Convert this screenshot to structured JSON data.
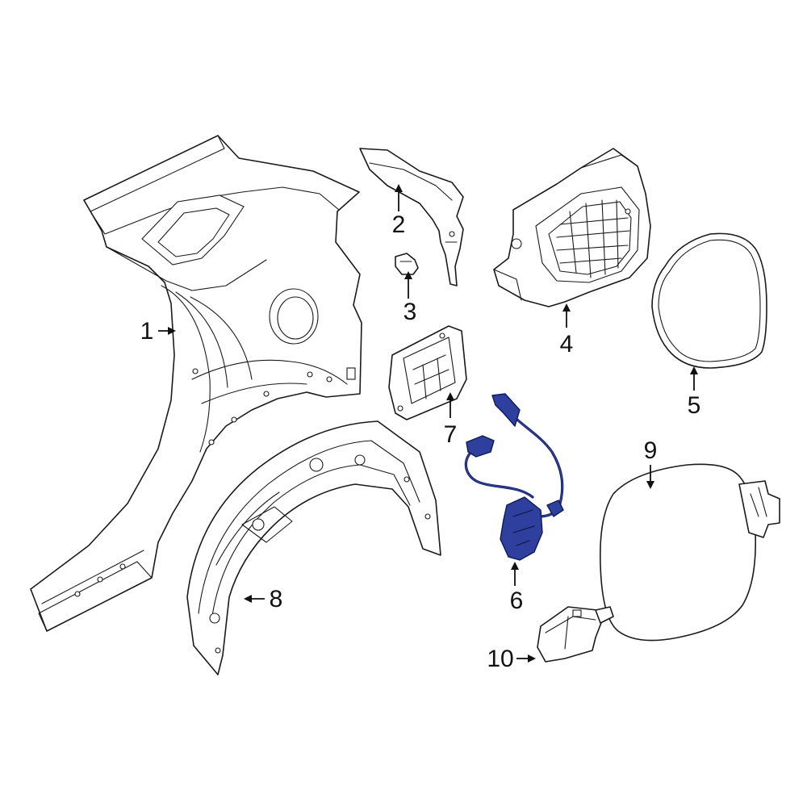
{
  "diagram": {
    "highlight_color": "#2e3f9e",
    "line_color": "#1a1a1a",
    "callouts": [
      {
        "id": "1",
        "label": "1"
      },
      {
        "id": "2",
        "label": "2"
      },
      {
        "id": "3",
        "label": "3"
      },
      {
        "id": "4",
        "label": "4"
      },
      {
        "id": "5",
        "label": "5"
      },
      {
        "id": "6",
        "label": "6"
      },
      {
        "id": "7",
        "label": "7"
      },
      {
        "id": "8",
        "label": "8"
      },
      {
        "id": "9",
        "label": "9"
      },
      {
        "id": "10",
        "label": "10"
      }
    ]
  }
}
